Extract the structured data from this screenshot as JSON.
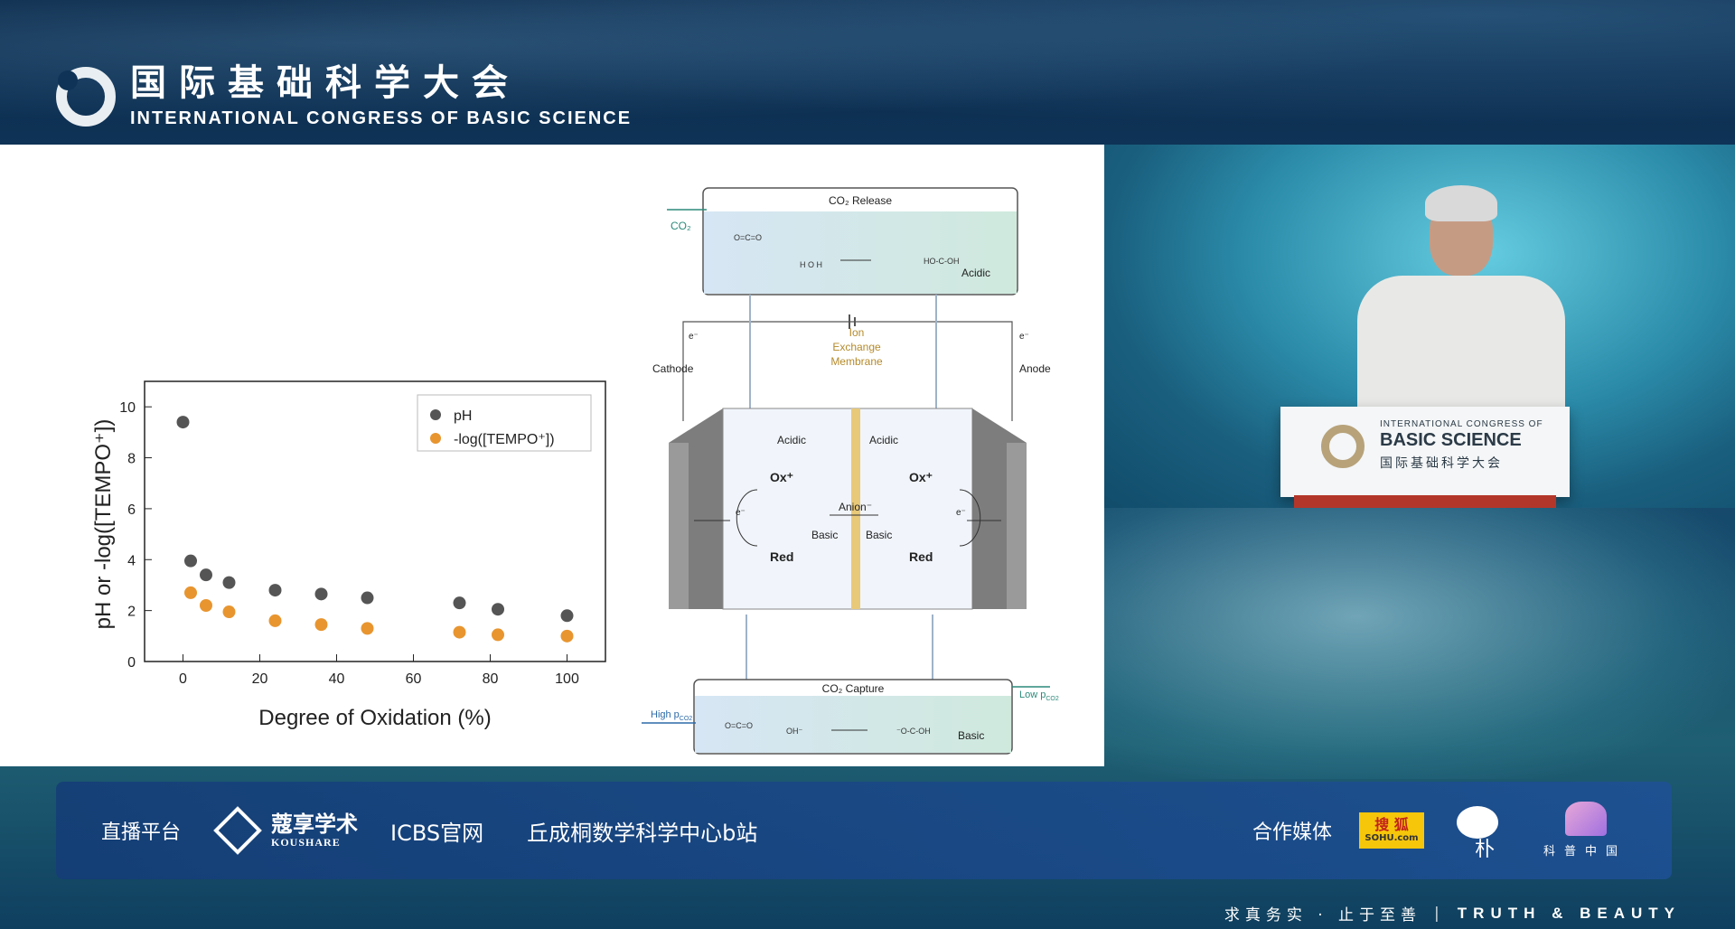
{
  "header": {
    "title_cn": "国际基础科学大会",
    "title_en": "INTERNATIONAL CONGRESS OF BASIC SCIENCE"
  },
  "slide": {
    "chart_data": {
      "type": "scatter",
      "xlabel": "Degree of Oxidation (%)",
      "ylabel": "pH or -log([TEMPO⁺])",
      "xlim": [
        -10,
        110
      ],
      "ylim": [
        0,
        11
      ],
      "x_ticks": [
        "0",
        "20",
        "40",
        "60",
        "80",
        "100"
      ],
      "y_ticks": [
        "0",
        "2",
        "4",
        "6",
        "8",
        "10"
      ],
      "legend_position": "top-right",
      "series": [
        {
          "name": "pH",
          "color": "#555555",
          "x": [
            0,
            2,
            6,
            12,
            24,
            36,
            48,
            72,
            82,
            100
          ],
          "y": [
            9.4,
            3.95,
            3.4,
            3.1,
            2.8,
            2.65,
            2.5,
            2.3,
            2.05,
            1.8
          ]
        },
        {
          "name": "-log([TEMPO⁺])",
          "color": "#e8952f",
          "x": [
            2,
            6,
            12,
            24,
            36,
            48,
            72,
            82,
            100
          ],
          "y": [
            2.7,
            2.2,
            1.95,
            1.6,
            1.45,
            1.3,
            1.15,
            1.05,
            1.0
          ]
        }
      ]
    },
    "diagram": {
      "release_title": "CO₂ Release",
      "release_co2": "CO₂",
      "release_acidic": "Acidic",
      "capture_title": "CO₂ Capture",
      "capture_basic": "Basic",
      "capture_high": "High p",
      "capture_high_sub": "CO2",
      "capture_low": "Low p",
      "capture_low_sub": "CO2",
      "cathode": "Cathode",
      "anode": "Anode",
      "membrane_1": "Ion",
      "membrane_2": "Exchange",
      "membrane_3": "Membrane",
      "acidic_left": "Acidic",
      "acidic_right": "Acidic",
      "ox_left": "Ox⁺",
      "ox_right": "Ox⁺",
      "red_left": "Red",
      "red_right": "Red",
      "basic_left": "Basic",
      "basic_right": "Basic",
      "anion": "Anion⁻",
      "electron": "e⁻"
    }
  },
  "video": {
    "podium_line1": "INTERNATIONAL CONGRESS OF",
    "podium_line2": "BASIC SCIENCE",
    "podium_line3": "国际基础科学大会"
  },
  "bottom_bar": {
    "live_label": "直播平台",
    "koushare_cn": "蔻享学术",
    "koushare_en": "KOUSHARE",
    "icbs": "ICBS官网",
    "qiu": "丘成桐数学科学中心b站",
    "media_label": "合作媒体",
    "sohu_cn": "搜 狐",
    "sohu_en": "SOHU.com",
    "pu": "朴",
    "cs_cn": "科普中国"
  },
  "slogan": {
    "cn": "求真务实 · 止于至善",
    "en": "TRUTH & BEAUTY"
  }
}
